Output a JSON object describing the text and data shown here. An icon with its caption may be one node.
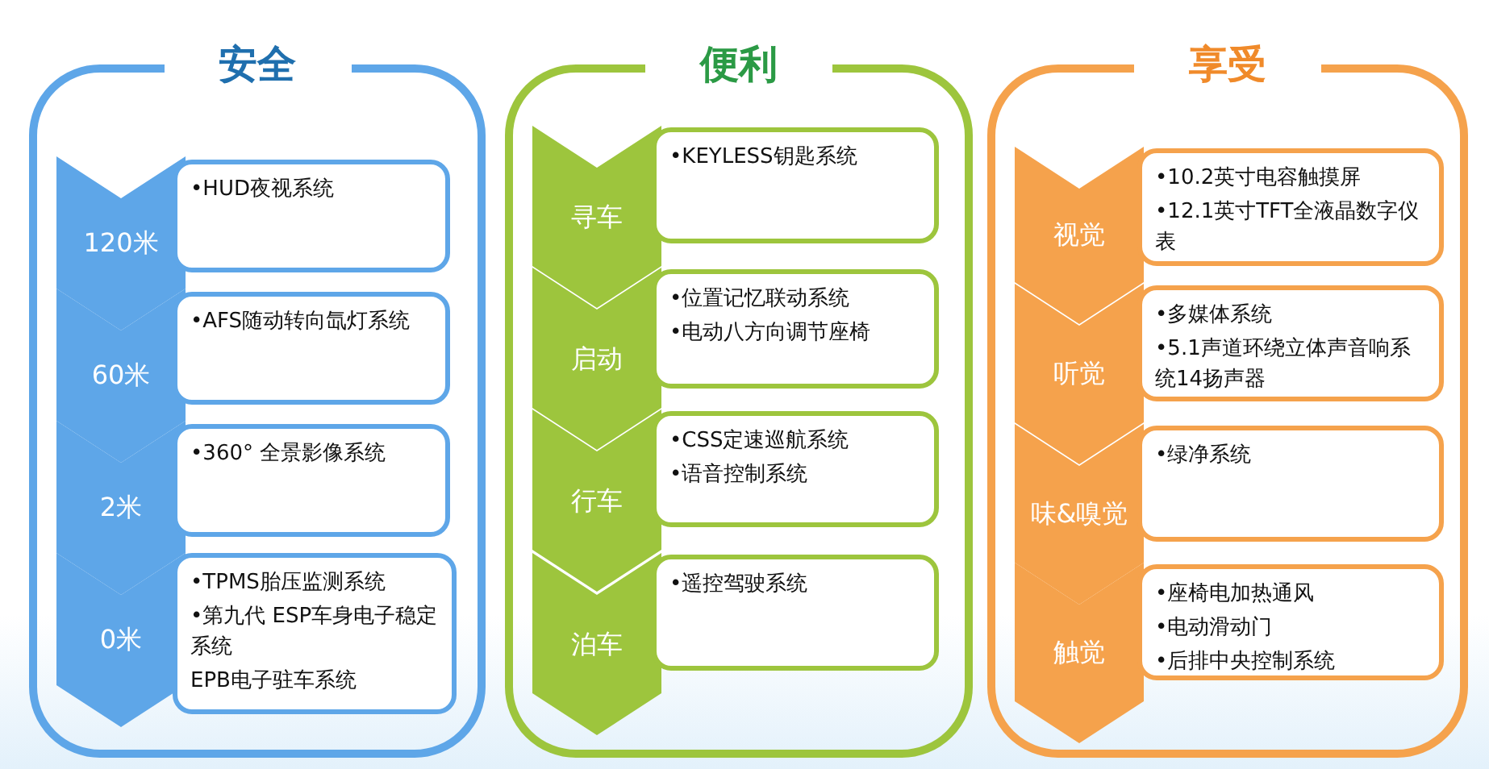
{
  "diagram": {
    "nodes": [
      {
        "text": [
          "安全"
        ]
      },
      {
        "text": [
          "120米"
        ],
        "in": 0
      },
      {
        "text": [
          "•HUD夜视系统"
        ],
        "in": 0
      },
      {
        "text": [
          "60米"
        ],
        "in": 0
      },
      {
        "text": [
          "•AFS随动转向氙灯系统"
        ],
        "in": 0
      },
      {
        "text": [
          "2米"
        ],
        "in": 0
      },
      {
        "text": [
          "•360° 全景影像系统"
        ],
        "in": 0
      },
      {
        "text": [
          "0米"
        ],
        "in": 0
      },
      {
        "text": [
          "•TPMS胎压监测系统",
          "•第九代 ESP车身电子稳定系统",
          "EPB电子驻车系统"
        ],
        "in": 0
      },
      {
        "text": [
          "便利"
        ]
      },
      {
        "text": [
          "寻车"
        ],
        "in": 9
      },
      {
        "text": [
          "•KEYLESS钥匙系统"
        ],
        "in": 9
      },
      {
        "text": [
          "启动"
        ],
        "in": 9
      },
      {
        "text": [
          "•位置记忆联动系统",
          "•电动八方向调节座椅"
        ],
        "in": 9
      },
      {
        "text": [
          "行车"
        ],
        "in": 9
      },
      {
        "text": [
          "•CSS定速巡航系统",
          "•语音控制系统"
        ],
        "in": 9
      },
      {
        "text": [
          "泊车"
        ],
        "in": 9
      },
      {
        "text": [
          "•遥控驾驶系统"
        ],
        "in": 9
      },
      {
        "text": [
          "享受"
        ]
      },
      {
        "text": [
          "视觉"
        ],
        "in": 18
      },
      {
        "text": [
          "•10.2英寸电容触摸屏",
          "•12.1英寸TFT全液晶数字仪表"
        ],
        "in": 18
      },
      {
        "text": [
          "听觉"
        ],
        "in": 18
      },
      {
        "text": [
          "•多媒体系统",
          "•5.1声道环绕立体声音响系统14扬声器"
        ],
        "in": 18
      },
      {
        "text": [
          "味&嗅觉"
        ],
        "in": 18
      },
      {
        "text": [
          "•绿净系统"
        ],
        "in": 18
      },
      {
        "text": [
          "触觉"
        ],
        "in": 18
      },
      {
        "text": [
          "•座椅电加热通风",
          "•电动滑动门",
          "•后排中央控制系统"
        ],
        "in": 18
      }
    ]
  }
}
